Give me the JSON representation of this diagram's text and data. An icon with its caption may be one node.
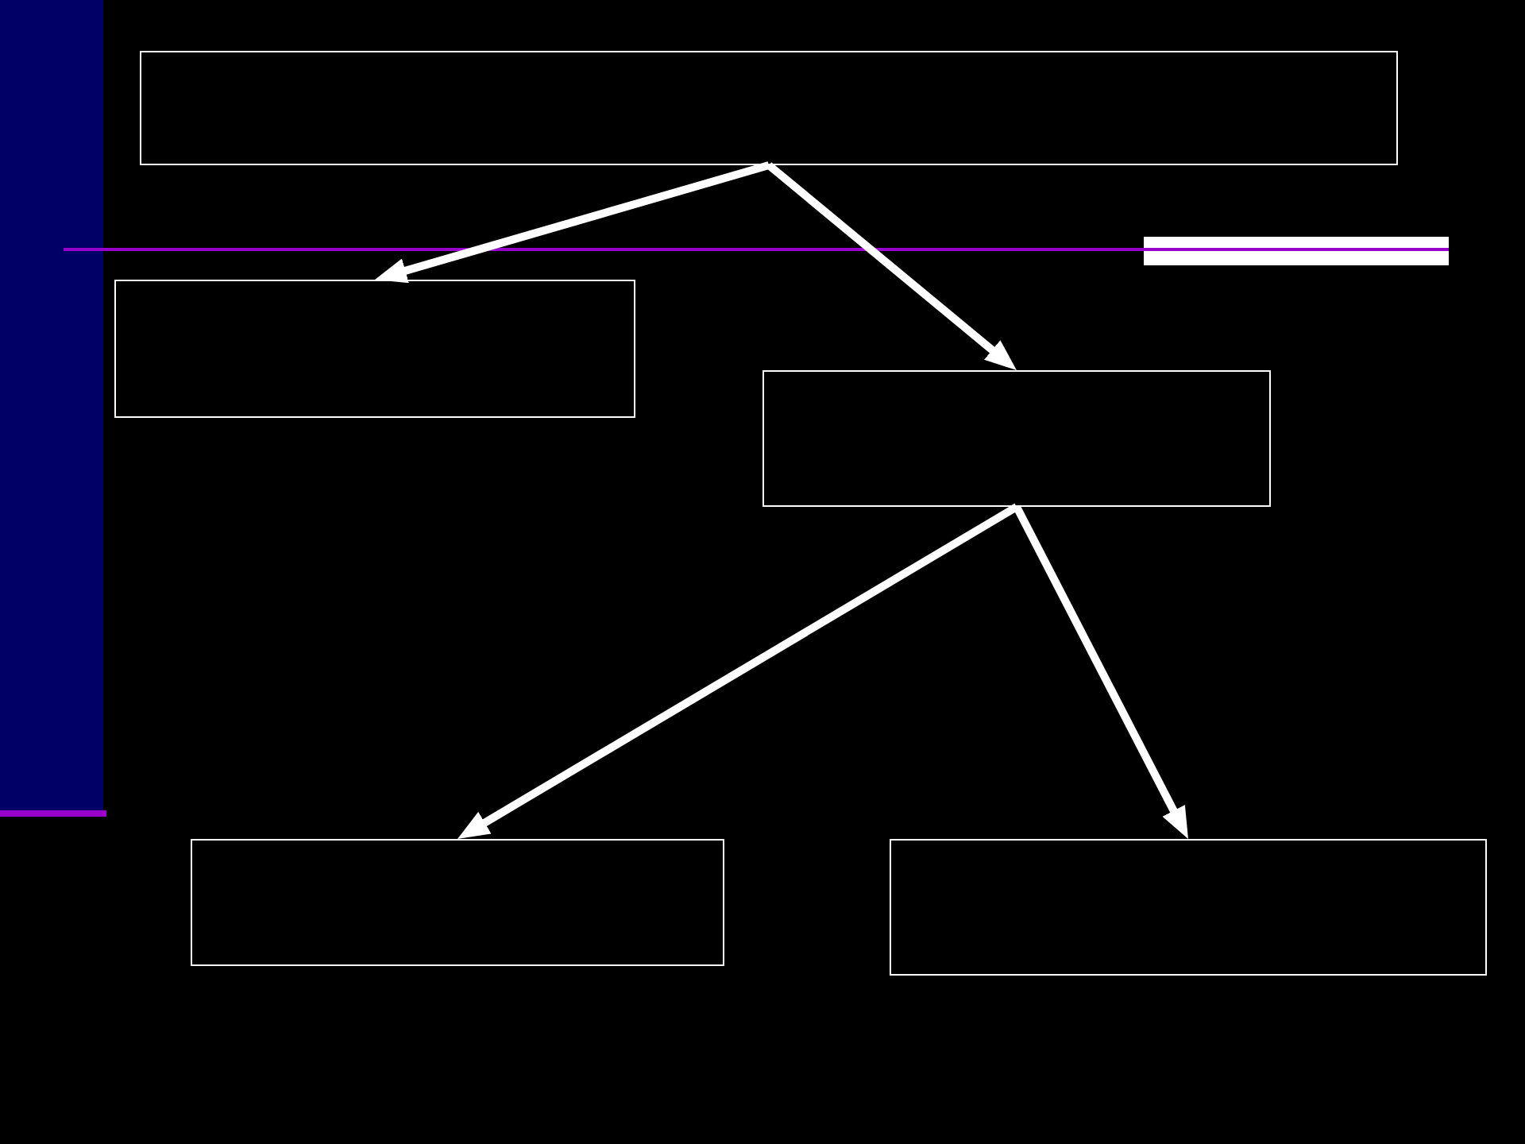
{
  "diagram": {
    "nodes": [
      {
        "text": [],
        "shape": "box"
      },
      {
        "text": [],
        "shape": "box"
      },
      {
        "text": [],
        "shape": "box"
      },
      {
        "text": [],
        "shape": "box"
      },
      {
        "text": [],
        "shape": "box"
      }
    ],
    "edges": [
      {
        "from": 0,
        "to": 1,
        "arrow": "to"
      },
      {
        "from": 0,
        "to": 2,
        "arrow": "to"
      },
      {
        "from": 2,
        "to": 3,
        "arrow": "to"
      },
      {
        "from": 2,
        "to": 4,
        "arrow": "to"
      }
    ]
  }
}
